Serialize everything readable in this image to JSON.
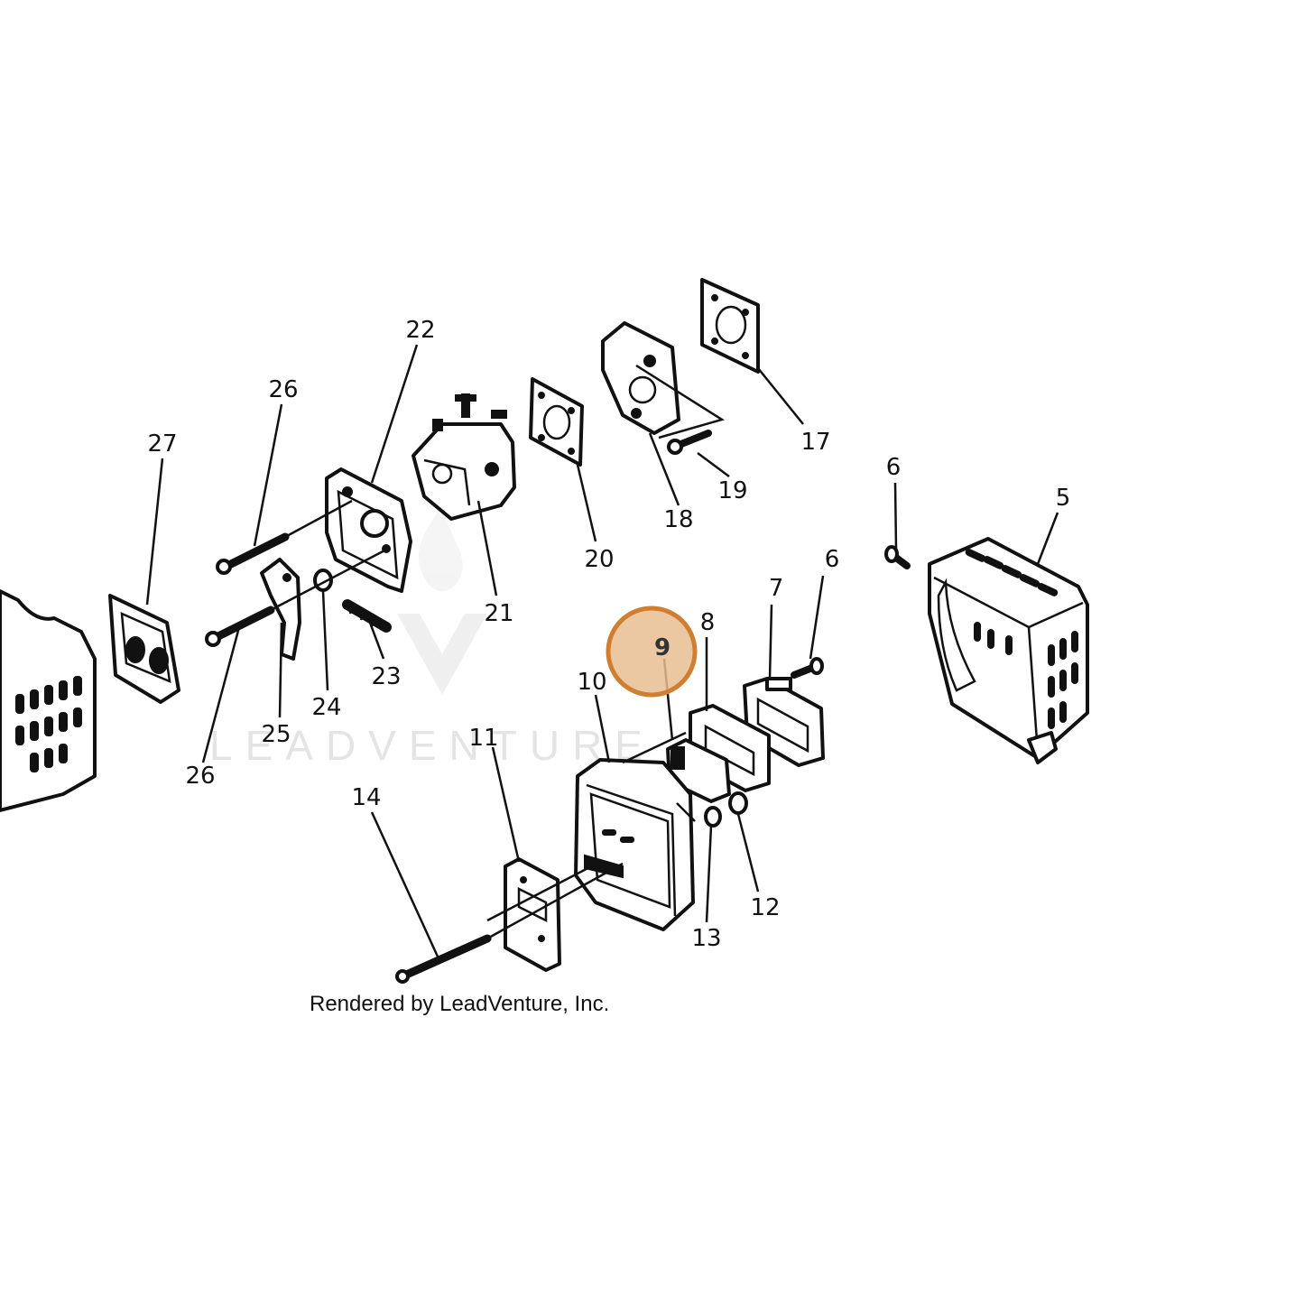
{
  "watermark": {
    "text": "LEADVENTURE"
  },
  "credit": "Rendered by LeadVenture, Inc.",
  "highlight": {
    "label": "9",
    "color": "#e8bd92",
    "stroke": "#cf7f2f"
  },
  "callouts": {
    "c5": "5",
    "c6a": "6",
    "c6b": "6",
    "c7": "7",
    "c8": "8",
    "c10": "10",
    "c11": "11",
    "c12": "12",
    "c13": "13",
    "c14": "14",
    "c17": "17",
    "c18": "18",
    "c19": "19",
    "c20": "20",
    "c21": "21",
    "c22": "22",
    "c23": "23",
    "c24": "24",
    "c25": "25",
    "c26a": "26",
    "c26b": "26",
    "c27": "27"
  }
}
